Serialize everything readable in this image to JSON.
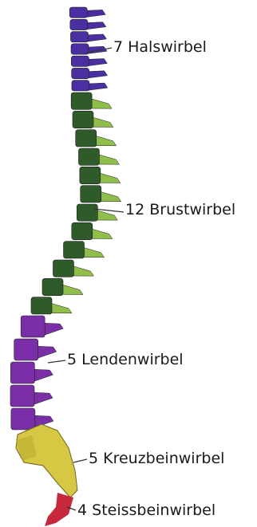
{
  "colors": {
    "cervical": "#4a2fa3",
    "thoracic": "#2f5a2a",
    "thoracic_process": "#8fbf4a",
    "lumbar": "#7a2fa8",
    "sacrum": "#d6c843",
    "coccyx": "#c8283c",
    "leader": "#333333"
  },
  "labels": {
    "cervical": "7 Halswirbel",
    "thoracic": "12 Brustwirbel",
    "lumbar": "5 Lendenwirbel",
    "sacral": "5 Kreuzbeinwirbel",
    "coccygeal": "4 Steissbeinwirbel"
  }
}
